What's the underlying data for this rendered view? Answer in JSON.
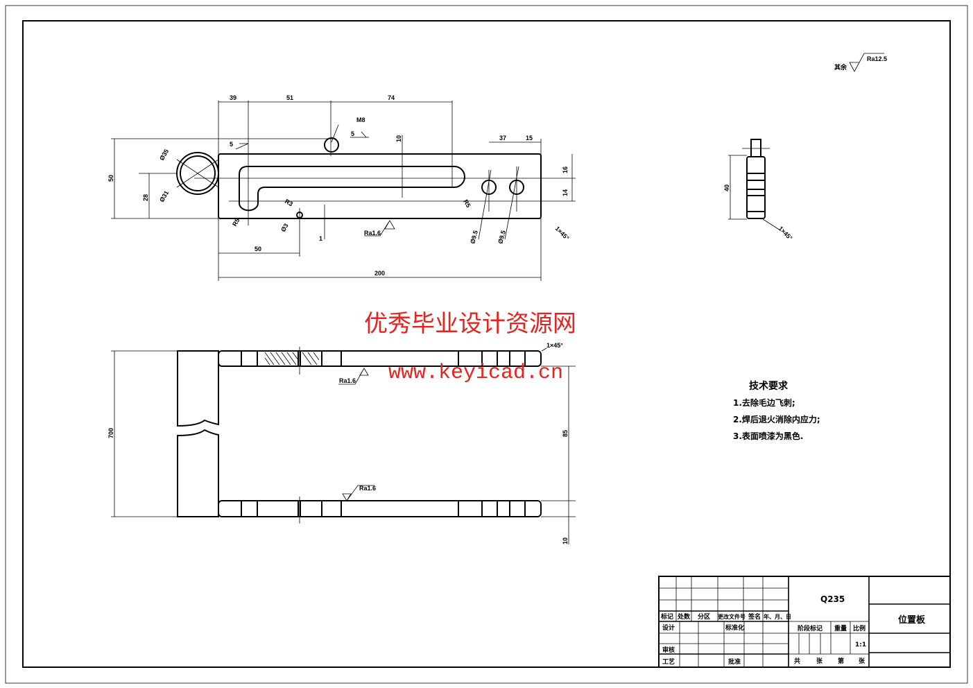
{
  "top_view": {
    "dims": {
      "d39": "39",
      "d51": "51",
      "d74": "74",
      "d37": "37",
      "d15": "15",
      "d50h": "50",
      "d28": "28",
      "d10": "10",
      "d16": "16",
      "d14": "14",
      "d1": "1",
      "d50": "50",
      "d200": "200"
    },
    "labels": {
      "phi35": "Ø35",
      "phi31": "Ø31",
      "r5a": "R5",
      "r3": "R3",
      "r5b": "R5",
      "phi3": "Ø3",
      "m8": "M8",
      "weld5a": "5",
      "weld5b": "5",
      "phi95a": "Ø9.5",
      "phi95b": "Ø9.5",
      "chamfer": "1×45°",
      "ra": "Ra1.6"
    }
  },
  "front_view": {
    "dims": {
      "d700": "700",
      "d85": "85",
      "d10": "10"
    },
    "labels": {
      "ra_top": "Ra1.6",
      "ra_bottom": "Ra1.6",
      "chamfer": "1×45°"
    }
  },
  "side_view": {
    "dim40": "40",
    "chamfer": "1×45°"
  },
  "roughness_note": {
    "prefix": "其余",
    "value": "Ra12.5"
  },
  "watermark": {
    "title": "优秀毕业设计资源网",
    "url": "www.keyicad.cn"
  },
  "tech_requirements": {
    "title": "技术要求",
    "items": [
      "1.去除毛边飞刺;",
      "2.焊后退火消除内应力;",
      "3.表面喷漆为黑色."
    ]
  },
  "title_block": {
    "material": "Q235",
    "part_name": "位置板",
    "headers": [
      "标记",
      "处数",
      "分区",
      "更改文件号",
      "签名",
      "年、月、日"
    ],
    "design": "设计",
    "standardization": "标准化",
    "review": "审核",
    "process": "工艺",
    "approve": "批准",
    "stage_mark": "阶段标记",
    "weight": "重量",
    "scale_label": "比例",
    "scale": "1:1",
    "sheet": [
      "共",
      "张",
      "第",
      "张"
    ]
  }
}
